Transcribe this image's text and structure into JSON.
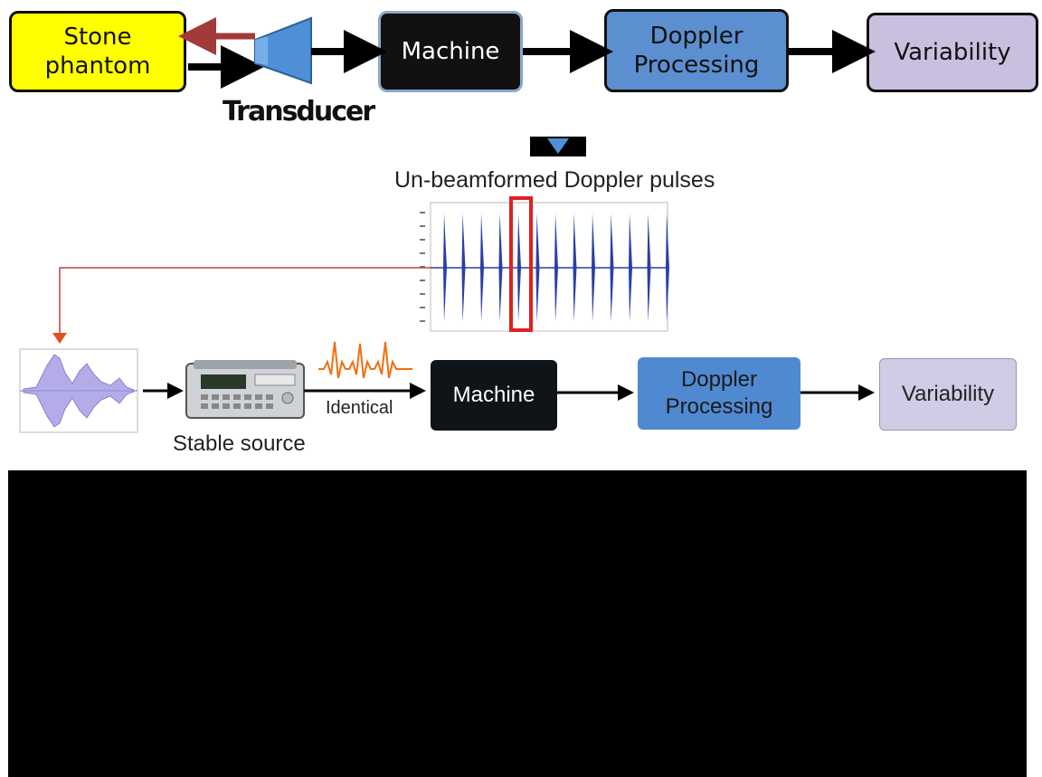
{
  "top_row": {
    "stone_phantom": "Stone\nphantom",
    "transducer": "Transducer",
    "machine": "Machine",
    "doppler": "Doppler\nProcessing",
    "variability": "Variability"
  },
  "pulses_plot": {
    "title": "Un-beamformed Doppler pulses",
    "pulse_count": 13,
    "selected_pulse_index": 4
  },
  "bottom_row": {
    "stable_source": "Stable source",
    "identical": "Identical",
    "machine": "Machine",
    "doppler": "Doppler\nProcessing",
    "variability": "Variability"
  },
  "colors": {
    "stone_fill": "#ffff00",
    "doppler_fill": "#5b8fd0",
    "variability_fill": "#c9c0e0",
    "pulse_blue": "#2a3fa8",
    "highlight_red": "#e02020",
    "signal_orange": "#f07010",
    "return_arrow": "#a33a3a"
  }
}
